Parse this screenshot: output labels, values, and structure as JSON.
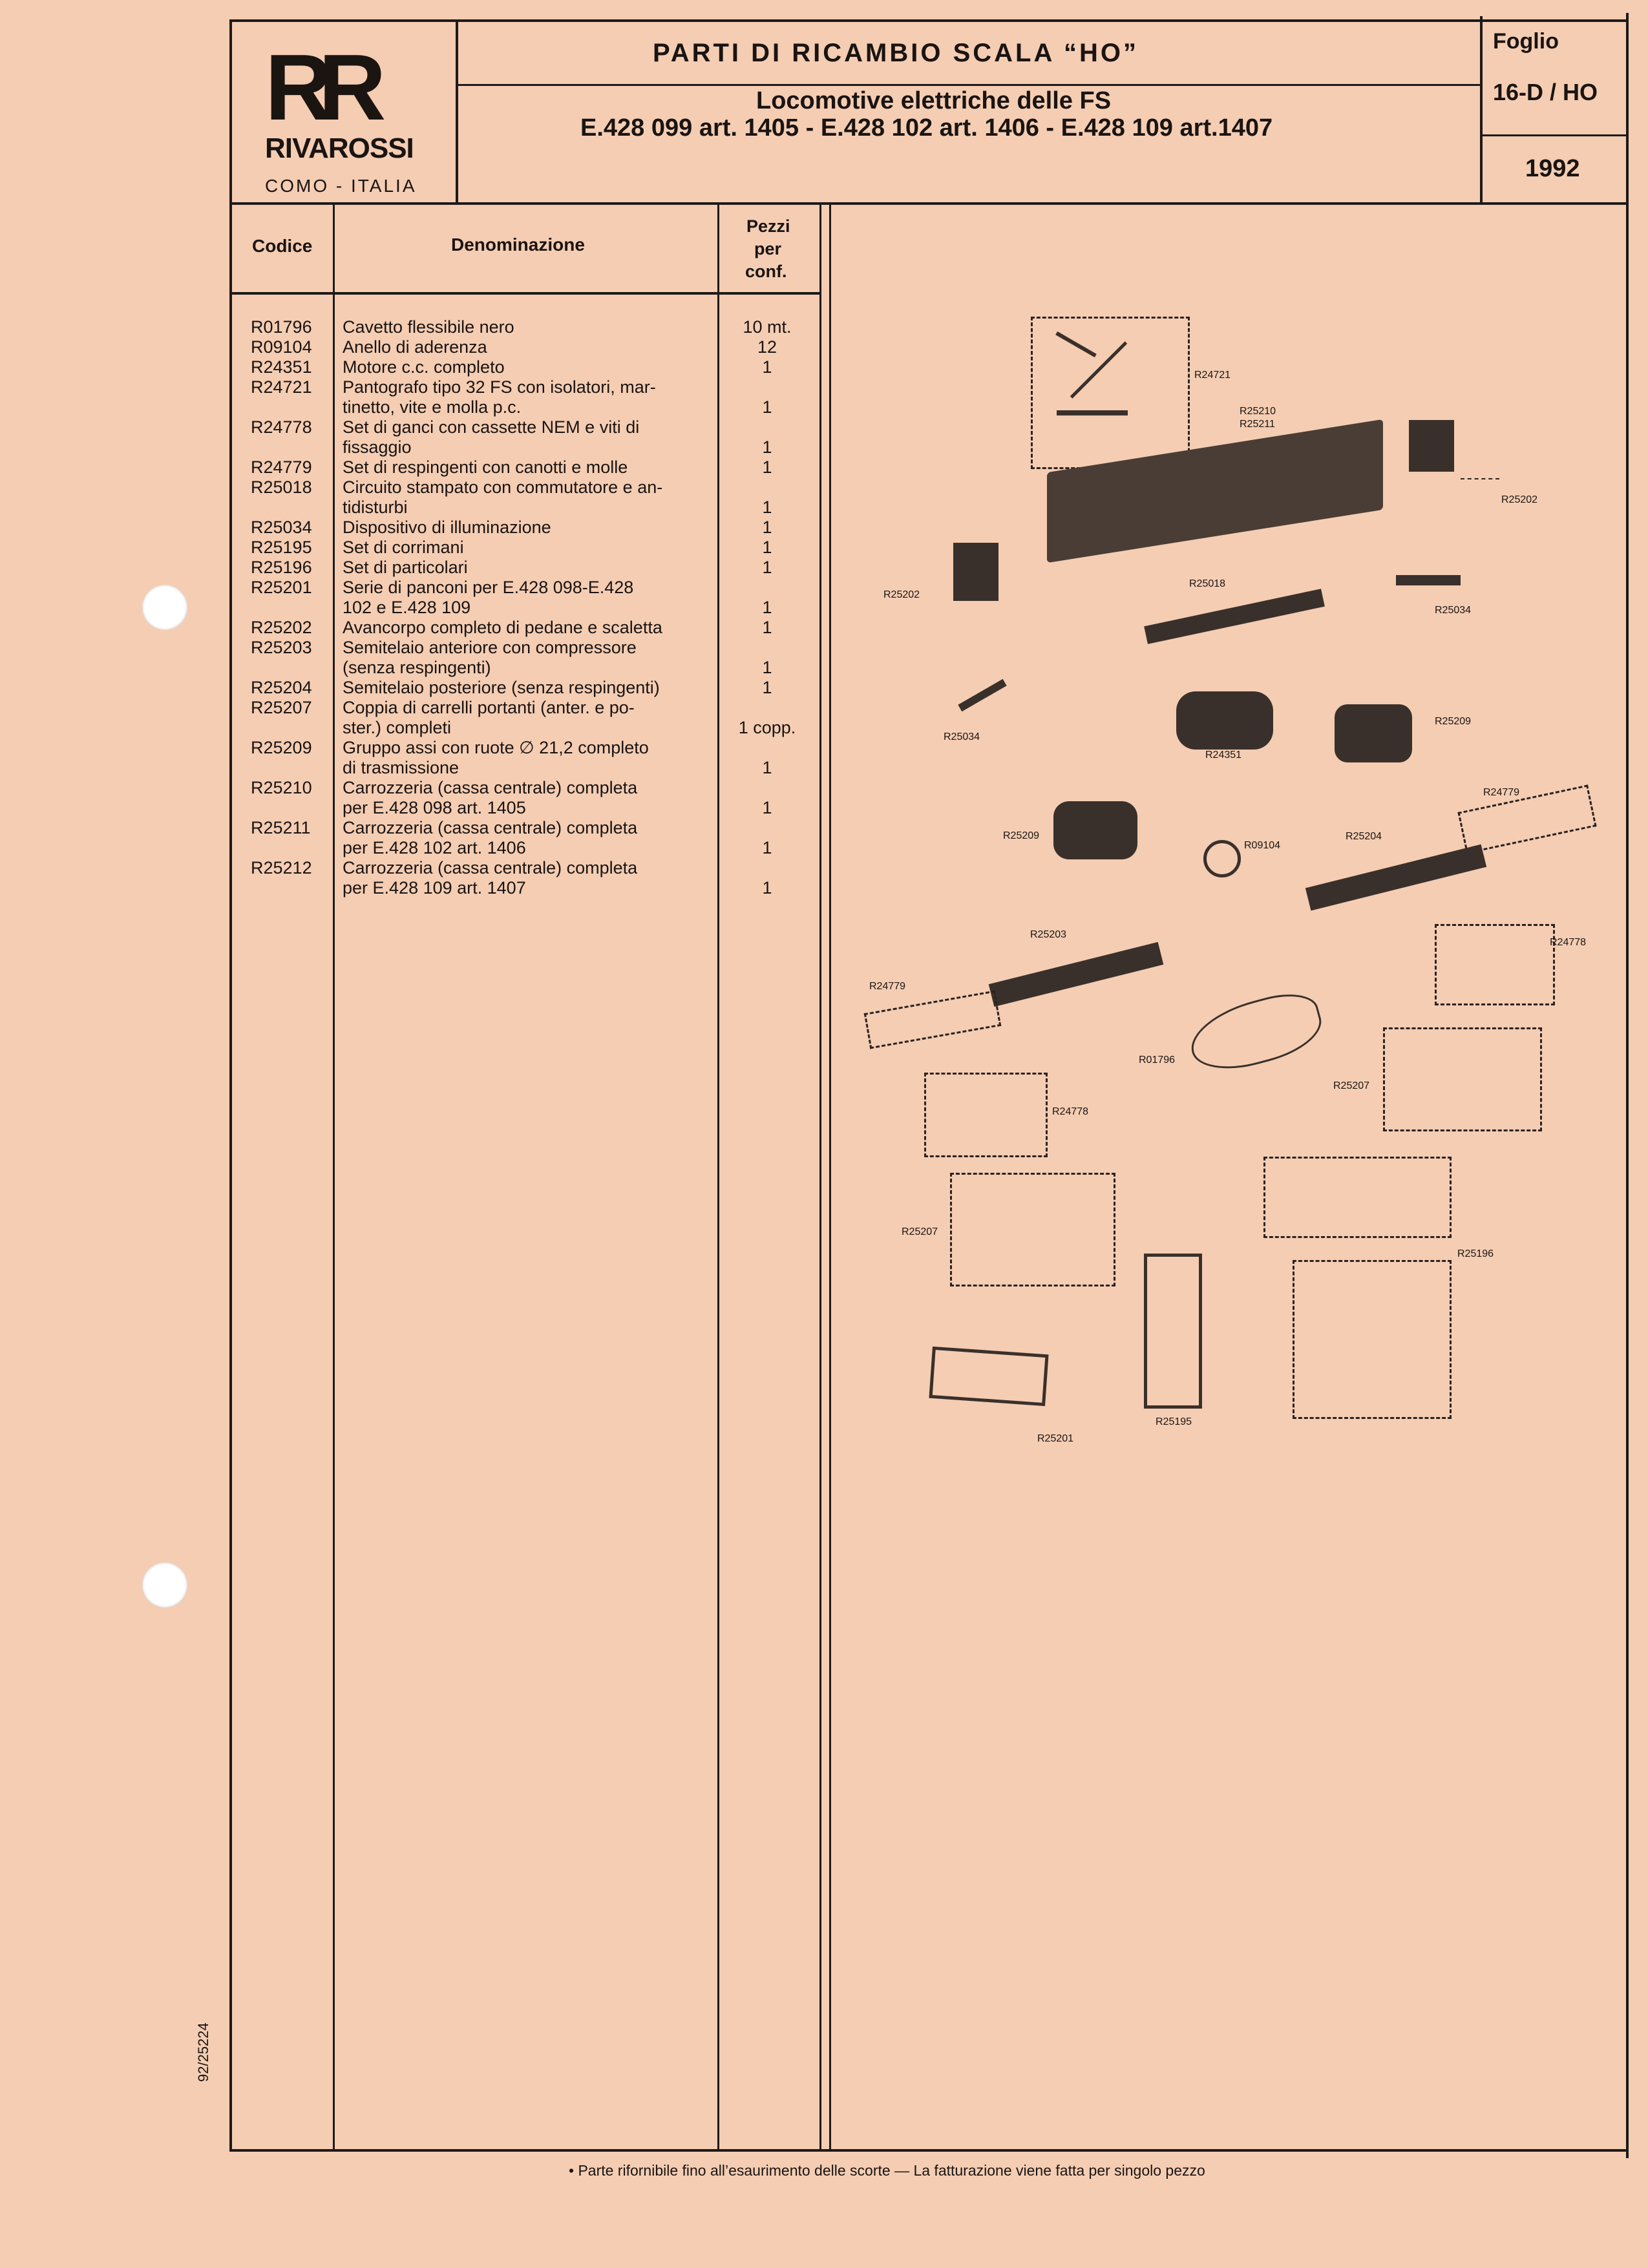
{
  "header": {
    "logo_letters": "RR",
    "brand": "RIVAROSSI",
    "location": "COMO - ITALIA",
    "title": "PARTI DI RICAMBIO SCALA “HO”",
    "subtitle": "Locomotive elettriche delle FS",
    "models": "E.428 099 art. 1405 - E.428 102 art. 1406 - E.428 109 art.1407",
    "foglio_label": "Foglio",
    "foglio_value": "16-D / HO",
    "year": "1992"
  },
  "table": {
    "col_code": "Codice",
    "col_name": "Denominazione",
    "col_qty_1": "Pezzi",
    "col_qty_2": "per",
    "col_qty_3": "conf.",
    "rows": [
      {
        "code": "R01796",
        "lines": [
          "Cavetto flessibile nero"
        ],
        "qty": "10 mt."
      },
      {
        "code": "R09104",
        "lines": [
          "Anello di aderenza"
        ],
        "qty": "12"
      },
      {
        "code": "R24351",
        "lines": [
          "Motore c.c. completo"
        ],
        "qty": "1"
      },
      {
        "code": "R24721",
        "lines": [
          "Pantografo tipo 32 FS con isolatori, mar-",
          "tinetto, vite e molla p.c."
        ],
        "qty": "1"
      },
      {
        "code": "R24778",
        "lines": [
          "Set di ganci con cassette NEM e viti di",
          "fissaggio"
        ],
        "qty": "1"
      },
      {
        "code": "R24779",
        "lines": [
          "Set di respingenti con canotti e molle"
        ],
        "qty": "1"
      },
      {
        "code": "R25018",
        "lines": [
          "Circuito stampato con commutatore e an-",
          "tidisturbi"
        ],
        "qty": "1"
      },
      {
        "code": "R25034",
        "lines": [
          "Dispositivo di illuminazione"
        ],
        "qty": "1"
      },
      {
        "code": "R25195",
        "lines": [
          "Set di corrimani"
        ],
        "qty": "1"
      },
      {
        "code": "R25196",
        "lines": [
          "Set di particolari"
        ],
        "qty": "1"
      },
      {
        "code": "R25201",
        "lines": [
          "Serie di panconi per E.428 098-E.428",
          "102 e E.428 109"
        ],
        "qty": "1"
      },
      {
        "code": "R25202",
        "lines": [
          "Avancorpo completo di pedane e scaletta"
        ],
        "qty": "1"
      },
      {
        "code": "R25203",
        "lines": [
          "Semitelaio anteriore con compressore",
          "(senza respingenti)"
        ],
        "qty": "1"
      },
      {
        "code": "R25204",
        "lines": [
          "Semitelaio posteriore (senza respingenti)"
        ],
        "qty": "1"
      },
      {
        "code": "R25207",
        "lines": [
          "Coppia di carrelli portanti (anter. e po-",
          "ster.) completi"
        ],
        "qty": "1 copp."
      },
      {
        "code": "R25209",
        "lines": [
          "Gruppo assi con ruote ∅ 21,2 completo",
          "di trasmissione"
        ],
        "qty": "1"
      },
      {
        "code": "R25210",
        "lines": [
          "Carrozzeria (cassa centrale) completa",
          "per E.428 098 art. 1405"
        ],
        "qty": "1"
      },
      {
        "code": "R25211",
        "lines": [
          "Carrozzeria (cassa centrale) completa",
          "per E.428 102 art. 1406"
        ],
        "qty": "1"
      },
      {
        "code": "R25212",
        "lines": [
          "Carrozzeria (cassa centrale) completa",
          "per E.428 109 art. 1407"
        ],
        "qty": "1"
      }
    ]
  },
  "diagram_labels": {
    "r24721": "R24721",
    "r25210": "R25210",
    "r25211": "R25211",
    "r25202_top": "R25202",
    "r25202_left": "R25202",
    "r25018": "R25018",
    "r25034_right": "R25034",
    "r25034_left": "R25034",
    "r24351": "R24351",
    "r25209_right": "R25209",
    "r25209_left": "R25209",
    "r24779_right": "R24779",
    "r24779_left": "R24779",
    "r09104": "R09104",
    "r25204": "R25204",
    "r25203": "R25203",
    "r24778_right": "R24778",
    "r24778_left": "R24778",
    "r01796": "R01796",
    "r25207_right": "R25207",
    "r25207_left": "R25207",
    "r25196": "R25196",
    "r25195": "R25195",
    "r25201": "R25201"
  },
  "side_code": "92/25224",
  "footer": "• Parte rifornibile fino all’esaurimento delle scorte — La fatturazione viene fatta per singolo pezzo"
}
